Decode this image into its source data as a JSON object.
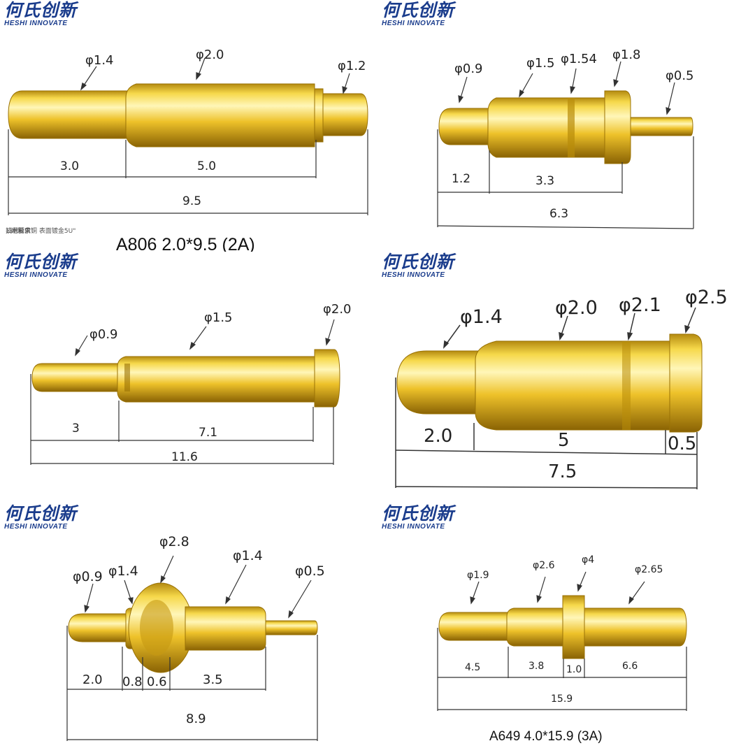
{
  "brand": {
    "name_cn": "何氏创新",
    "name_en": "HESHI INNOVATE"
  },
  "colors": {
    "gold_light": "#fff3a6",
    "gold_mid": "#f0c520",
    "gold_dark": "#a67a05",
    "brand_blue": "#1a3c8c",
    "line": "#333333"
  },
  "panels": [
    {
      "diameters": [
        "φ1.4",
        "φ2.0",
        "φ1.2"
      ],
      "dimensions": [
        "3.0",
        "5.0",
        "9.5"
      ],
      "caption": "A806  2.0*9.5 (2A)",
      "tech_lines": [
        "技术要求：",
        "1.材料:",
        "针头:黄铜  表面镀金5U\""
      ]
    },
    {
      "diameters": [
        "φ0.9",
        "φ1.5",
        "φ1.54",
        "φ1.8",
        "φ0.5"
      ],
      "dimensions": [
        "1.2",
        "3.3",
        "6.3"
      ]
    },
    {
      "diameters": [
        "φ0.9",
        "φ1.5",
        "φ2.0"
      ],
      "dimensions": [
        "3",
        "7.1",
        "11.6"
      ]
    },
    {
      "diameters": [
        "φ1.4",
        "φ2.0",
        "φ2.1",
        "φ2.5"
      ],
      "dimensions": [
        "2.0",
        "5",
        "0.5",
        "7.5"
      ]
    },
    {
      "diameters": [
        "φ0.9",
        "φ1.4",
        "φ2.8",
        "φ1.4",
        "φ0.5"
      ],
      "dimensions": [
        "2.0",
        "0.8",
        "0.6",
        "3.5",
        "8.9"
      ]
    },
    {
      "diameters": [
        "φ1.9",
        "φ2.6",
        "φ4",
        "φ2.65"
      ],
      "dimensions": [
        "4.5",
        "3.8",
        "1.0",
        "6.6",
        "15.9"
      ],
      "caption": "A649  4.0*15.9  (3A)"
    }
  ]
}
